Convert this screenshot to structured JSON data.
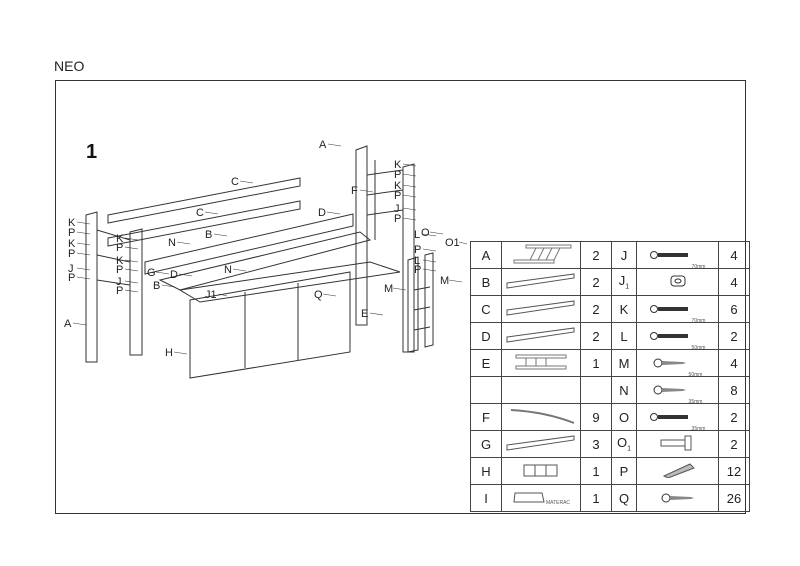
{
  "title": "NEO",
  "step": "1",
  "diagram_labels": [
    "A",
    "C",
    "C",
    "D",
    "B",
    "N",
    "K",
    "P",
    "K",
    "P",
    "J",
    "P",
    "K",
    "P",
    "K",
    "P",
    "J",
    "P",
    "G",
    "D",
    "N",
    "B",
    "J1",
    "Q",
    "H",
    "A",
    "F",
    "K",
    "P",
    "K",
    "P",
    "J",
    "P",
    "L",
    "O",
    "O1",
    "P",
    "L",
    "P",
    "M",
    "M",
    "E"
  ],
  "parts": [
    {
      "l": "A",
      "q": "2",
      "l2": "J",
      "mm": "70mm",
      "q2": "4",
      "icon": "bolt-icon"
    },
    {
      "l": "B",
      "q": "2",
      "l2": "J1",
      "mm": "",
      "q2": "4",
      "icon": "nut-icon"
    },
    {
      "l": "C",
      "q": "2",
      "l2": "K",
      "mm": "70mm",
      "q2": "6",
      "icon": "bolt-icon"
    },
    {
      "l": "D",
      "q": "2",
      "l2": "L",
      "mm": "50mm",
      "q2": "2",
      "icon": "bolt-icon"
    },
    {
      "l": "E",
      "q": "1",
      "l2": "M",
      "mm": "50mm",
      "q2": "4",
      "icon": "screw-icon"
    },
    {
      "l": "",
      "q": "",
      "l2": "N",
      "mm": "35mm",
      "q2": "8",
      "icon": "screw-icon"
    },
    {
      "l": "F",
      "q": "9",
      "l2": "O",
      "mm": "35mm",
      "q2": "2",
      "icon": "bolt-icon"
    },
    {
      "l": "G",
      "q": "3",
      "l2": "O1",
      "mm": "",
      "q2": "2",
      "icon": "pin-icon"
    },
    {
      "l": "H",
      "q": "1",
      "l2": "P",
      "mm": "",
      "q2": "12",
      "icon": "dowel-icon"
    },
    {
      "l": "I",
      "q": "1",
      "l2": "Q",
      "mm": "",
      "q2": "26",
      "icon": "screw-icon"
    }
  ],
  "mattress_label": "MATERAC"
}
